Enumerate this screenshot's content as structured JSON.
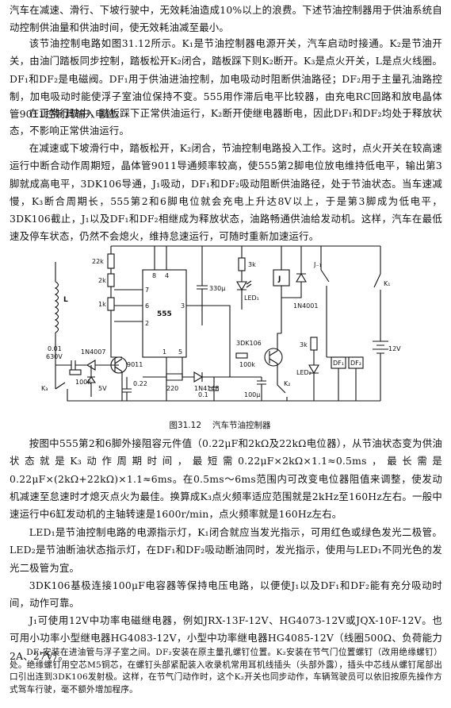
{
  "paragraphs_top": [
    "汽车在减速、滑行、下坡行驶中，无效耗油造成10%以上的浪费。下述节油控制器用于供油系统自动控制供油量和供油时间，使无效耗油减至最小。",
    "该节油控制电路如图31.12所示。K₁是节油控制器电源开关，汽车启动时接通。K₂是节油开关，由油门踏板同步控制，踏板松开K₂闭合，踏板踩下则K₂断开。K₃是点火开关，L是点火线圈。DF₁和DF₂是电磁阀。DF₁用于供油进油控制，加电吸动时阻断供油路径；DF₂用于主量孔油路控制，加电吸动时能使浮子室油位保持不变。555用作滞后电平比较器，由充电RC回路和放电晶体管9011控制其输入电位。",
    "在正常行驶中，踏板踩下正常供油运行，K₂断开使继电器断电，因此DF₁和DF₂均处于释放状态，不影响正常供油运行。",
    "在减速或下坡滑行中，踏板松开，K₂闭合，节油控制电路投入工作。这时，点火开关在较高速运行中断合动作周期短，晶体管9011导通频率较高，使555第2脚电位放电维持低电平，输出第3脚就成高电平，3DK106导通，J₁吸动，DF₁和DF₂吸动阻断供油路径，处于节油状态。当车速减慢，K₃断合周期长，555第2和6脚电位就会充电上升达8V以上，于是第3脚成为低电平，3DK106截止，J₁以及DF₁和DF₂相继成为释放状态，油路畅通供油给发动机。这样，汽车在最低速及停车状态，仍然不会熄火，维持怠速运行，可随时重新加速运行。"
  ],
  "figure": {
    "number": "图31.12",
    "title": "汽车节油控制器",
    "labels": {
      "r_22k": "22k",
      "r_2k": "2k",
      "r_1k": "1k",
      "ic": "555",
      "pin8": "8",
      "pin4": "4",
      "pin7": "7",
      "pin6": "6",
      "pin3": "3",
      "pin2": "2",
      "pin1": "1",
      "pin5": "5",
      "c_330": "330μ",
      "r_3k_top": "3k",
      "led1": "LED₁",
      "relay": "J",
      "j_contact": "J₋₁",
      "k1": "K₁",
      "d_4001": "1N4001",
      "coil": "L",
      "c_001": "0.01",
      "v_630": "630V",
      "d_4007": "1N4007",
      "r_100k": "100k",
      "t_9011": "9011",
      "zener": "5V",
      "k3": "K₃",
      "c_022": "0.22",
      "r_220": "220",
      "d_4148": "1N4148",
      "c_01": "0.1",
      "t_3dk106": "3DK106",
      "r_100k_b": "100k",
      "c_100u": "100μ",
      "r_3k_b": "3k",
      "led2": "LED₂",
      "df1": "DF₁",
      "df2": "DF₂",
      "k2": "K₂",
      "v_12": "12V"
    }
  },
  "paragraphs_bottom": [
    "按图中555第2和6脚外接阻容元件值（0.22μF和2kΩ及22kΩ电位器），从节油状态变为供油状态就是K₃动作周期时间，最短需0.22μF×2kΩ×1.1≈0.5ms，最长需是0.22μF×(2kΩ+22kΩ)×1.1≈6ms。在0.5ms～6ms范围内可改变电位器阻值来调整，使发动机减速至怠速时才熄灭点火为最佳。换算成K₃点火频率适应范围就是2kHz至160Hz左右。一般中速运行中6缸发动机的主轴转速是1600r/min，点火频率就是160Hz左右。",
    "LED₁是节油控制电路的电源指示灯，K₁闭合就应当发光指示，可用红色或绿色发光二极管。LED₂是节油断油状态指示灯，在DF₁和DF₂吸动断油同时，发光指示，使用与LED₁不同光色的发光二极管为宜。",
    "3DK106基极连接100μF电容器等保持电压电路，以便使J₁以及DF₁和DF₂能有充分吸动时间，动作可靠。",
    "J₁可使用12V中功率电磁继电器，例如JRX-13F-12V、HG4073-12V或JQX-10F-12V。也可用小功率小型继电器HG4083-12V，小型中功率继电器HG4085-12V（线圈500Ω、负荷能力2A、27V）。",
    "DF₁安装在进油管与浮子室之间。DF₂安装在原主量孔螺钉位置。K₂安装在节气门位置螺钉（改用绝缘螺钉）处。绝缘螺钉用空芯M5铜芯，在螺钉头部紧配装入收录机常用耳机线插头（头部外露），插头中芯线从螺钉尾部出口引出连到3DK106发射极。这样，在节气门动作时，这个K₂开关也同步动作，车辆驾驶员可以依旧按原先操作方式驾车行驶，毫不额外增加程序。"
  ]
}
